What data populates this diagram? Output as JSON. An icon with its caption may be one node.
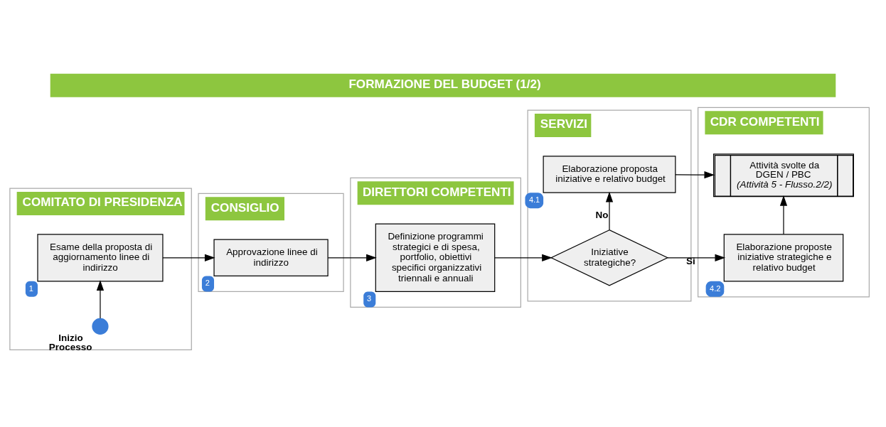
{
  "diagram": {
    "title": "FORMAZIONE DEL BUDGET (1/2)",
    "nodes": [
      {
        "text": [
          "COMITATO DI PRESIDENZA"
        ]
      },
      {
        "text": [],
        "shape": "circle",
        "beside": [
          "Inizio Processo"
        ],
        "in": 0
      },
      {
        "text": [
          "Esame della proposta di aggiornamento linee di indirizzo"
        ],
        "beside": [
          "1"
        ],
        "in": 0
      },
      {
        "text": [
          "CONSIGLIO"
        ]
      },
      {
        "text": [
          "Approvazione linee di indirizzo"
        ],
        "beside": [
          "2"
        ],
        "in": 3
      },
      {
        "text": [
          "DIRETTORI COMPETENTI"
        ]
      },
      {
        "text": [
          "Definizione programmi strategici e di spesa, portfolio, obiettivi specifici organizzativi triennali e annuali"
        ],
        "beside": [
          "3"
        ],
        "in": 5
      },
      {
        "text": [
          "SERVIZI"
        ]
      },
      {
        "text": [
          "Iniziative strategiche?"
        ],
        "in": 7
      },
      {
        "text": [
          "Elaborazione proposta iniziative e relativo budget"
        ],
        "beside": [
          "4.1"
        ],
        "in": 7
      },
      {
        "text": [
          "CDR COMPETENTI"
        ]
      },
      {
        "text": [
          "Elaborazione proposte iniziative strategiche e relativo budget"
        ],
        "beside": [
          "4.2"
        ],
        "in": 10
      },
      {
        "text": [
          "Attività svolte da DGEN / PBC",
          "(Attività 5 - Flusso.2/2)"
        ],
        "in": 10
      }
    ],
    "edges": [
      {
        "from": 1,
        "to": 2,
        "arrow": "to"
      },
      {
        "from": 2,
        "to": 4,
        "arrow": "to"
      },
      {
        "from": 4,
        "to": 6,
        "arrow": "to"
      },
      {
        "from": 6,
        "to": 8,
        "arrow": "to"
      },
      {
        "from": 8,
        "to": 9,
        "label": "No",
        "arrow": "to"
      },
      {
        "from": 8,
        "to": 11,
        "label": "Si",
        "arrow": "to"
      },
      {
        "from": 9,
        "to": 12,
        "arrow": "to"
      },
      {
        "from": 11,
        "to": 12,
        "arrow": "to"
      }
    ]
  }
}
